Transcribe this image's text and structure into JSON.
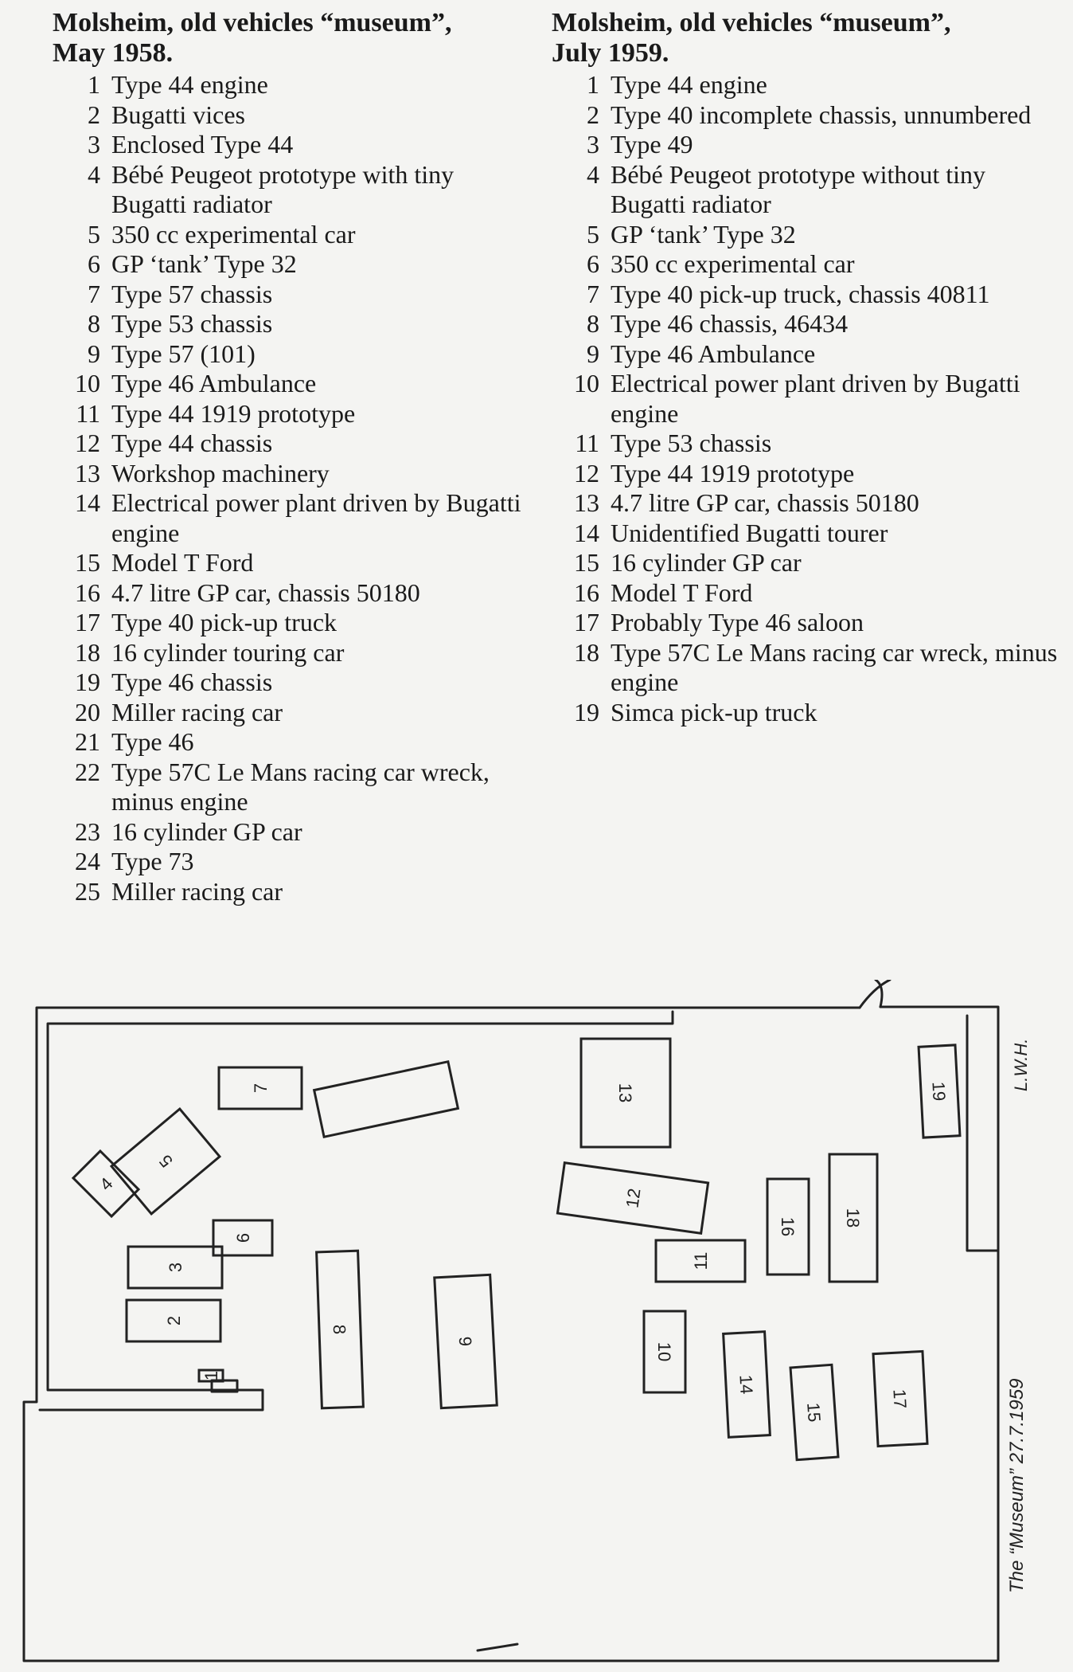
{
  "left_column": {
    "heading_line1": "Molsheim, old vehicles “museum”,",
    "heading_line2": "May 1958.",
    "items": [
      {
        "num": "1",
        "text": "Type 44 engine"
      },
      {
        "num": "2",
        "text": "Bugatti vices"
      },
      {
        "num": "3",
        "text": "Enclosed Type 44"
      },
      {
        "num": "4",
        "text": "Bébé Peugeot prototype with tiny Bugatti radiator"
      },
      {
        "num": "5",
        "text": "350 cc experimental car"
      },
      {
        "num": "6",
        "text": "GP ‘tank’ Type 32"
      },
      {
        "num": "7",
        "text": "Type 57 chassis"
      },
      {
        "num": "8",
        "text": "Type 53 chassis"
      },
      {
        "num": "9",
        "text": "Type 57 (101)"
      },
      {
        "num": "10",
        "text": "Type 46 Ambulance"
      },
      {
        "num": "11",
        "text": "Type 44 1919 prototype"
      },
      {
        "num": "12",
        "text": "Type 44 chassis"
      },
      {
        "num": "13",
        "text": "Workshop machinery"
      },
      {
        "num": "14",
        "text": "Electrical power plant driven by Bugatti engine"
      },
      {
        "num": "15",
        "text": "Model T Ford"
      },
      {
        "num": "16",
        "text": "4.7 litre GP car, chassis 50180"
      },
      {
        "num": "17",
        "text": "Type 40 pick-up truck"
      },
      {
        "num": "18",
        "text": "16 cylinder touring car"
      },
      {
        "num": "19",
        "text": "Type 46 chassis"
      },
      {
        "num": "20",
        "text": "Miller racing car"
      },
      {
        "num": "21",
        "text": "Type 46"
      },
      {
        "num": "22",
        "text": "Type 57C Le Mans racing car wreck, minus engine"
      },
      {
        "num": "23",
        "text": "16 cylinder GP car"
      },
      {
        "num": "24",
        "text": "Type 73"
      },
      {
        "num": "25",
        "text": "Miller racing car"
      }
    ]
  },
  "right_column": {
    "heading_line1": "Molsheim, old vehicles “museum”,",
    "heading_line2": "July 1959.",
    "items": [
      {
        "num": "1",
        "text": "Type 44 engine"
      },
      {
        "num": "2",
        "text": "Type 40 incomplete chassis, unnumbered"
      },
      {
        "num": "3",
        "text": "Type 49"
      },
      {
        "num": "4",
        "text": "Bébé Peugeot prototype without tiny Bugatti radiator"
      },
      {
        "num": "5",
        "text": "GP ‘tank’ Type 32"
      },
      {
        "num": "6",
        "text": "350 cc experimental car"
      },
      {
        "num": "7",
        "text": "Type 40 pick-up truck, chassis 40811"
      },
      {
        "num": "8",
        "text": "Type 46 chassis, 46434"
      },
      {
        "num": "9",
        "text": "Type 46 Ambulance"
      },
      {
        "num": "10",
        "text": "Electrical power plant driven by Bugatti engine"
      },
      {
        "num": "11",
        "text": "Type 53 chassis"
      },
      {
        "num": "12",
        "text": "Type 44 1919 prototype"
      },
      {
        "num": "13",
        "text": "4.7 litre GP car, chassis 50180"
      },
      {
        "num": "14",
        "text": "Unidentified Bugatti tourer"
      },
      {
        "num": "15",
        "text": "16 cylinder GP car"
      },
      {
        "num": "16",
        "text": "Model T Ford"
      },
      {
        "num": "17",
        "text": "Probably Type 46 saloon"
      },
      {
        "num": "18",
        "text": "Type 57C Le Mans racing car wreck, minus engine"
      },
      {
        "num": "19",
        "text": "Simca pick-up truck"
      }
    ]
  },
  "floor_plan": {
    "initials": "L.W.H.",
    "caption": "The “Museum” 27.7.1959",
    "vehicle_labels": [
      "1",
      "2",
      "3",
      "4",
      "5",
      "6",
      "7",
      "8",
      "9",
      "10",
      "11",
      "12",
      "13",
      "14",
      "15",
      "16",
      "17",
      "18",
      "19"
    ]
  }
}
